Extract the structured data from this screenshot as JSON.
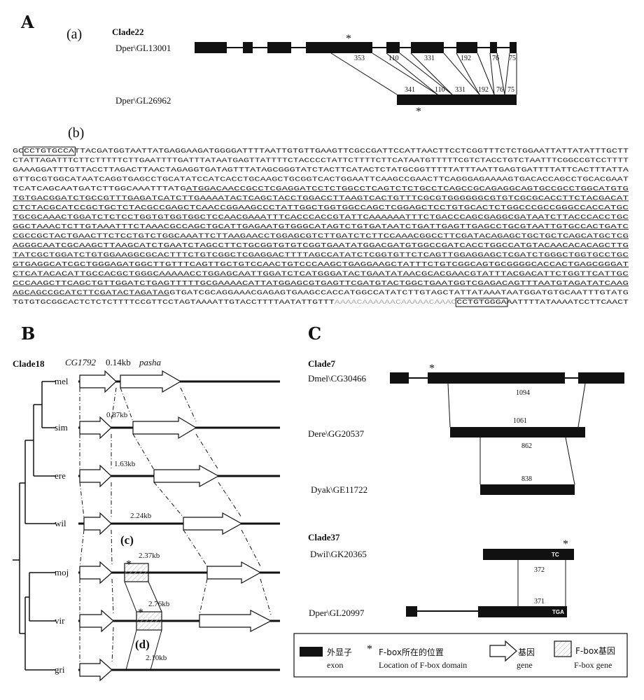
{
  "panels": {
    "A": "A",
    "B": "B",
    "C": "C",
    "a": "(a)",
    "b": "(b)",
    "c": "(c)",
    "d": "(d)"
  },
  "clade22": {
    "title": "Clade22",
    "gene1": "Dper\\GL13001",
    "gene2": "Dper\\GL26962",
    "top_nums": [
      "353",
      "110",
      "331",
      "192",
      "76",
      "75"
    ],
    "bottom_nums": [
      "341",
      "110",
      "331",
      "192",
      "76",
      "75"
    ],
    "star": "*"
  },
  "sequence": {
    "lines": [
      [
        {
          "t": "GC"
        },
        {
          "t": "CCTGTGCCA",
          "box": true
        },
        {
          "t": "TTACGATGGTAATTATGAGGAAGATGGGGATTTTAATTGTGTTGAAGTTCGCCGATTCCATTAACTTCCTCGGTTTCTCTGGAATTATTATATTTGCTT"
        }
      ],
      [
        {
          "t": "CTATTAGATTTCTTCTTTTTCTTGAATTTTGATTTATAATGAGTTATTTTCTACCCCTATTCTTTTCTTCATAATGTTTTTCGTCTACCTGTCTAATTTCGGCCGTCCTTTT"
        }
      ],
      [
        {
          "t": "GAAAGGATTTGTTACCTTAGACTTAACTAGAGGTGATAGTTTATAGCGGGTATCTACTTCATACTCTATGCGGTTTTTATTTAATTGAGTGATTTTATTCACTTTATTA"
        }
      ],
      [
        {
          "t": "GTTGCGTGGCATAATCAGGTGAGCCTGCATATCCATCACCTGCAAGCTGCGGTCACTGGAATTCAAGCCGAACTTCAGGGAGAAAAGTGACACCAGCCTGCACGAAT"
        }
      ],
      [
        {
          "t": "TCATCAGCAATGATCTTGGCAAATTTATG"
        },
        {
          "t": "ATGGACAACCGCCTCGAGGATCCTCTGGCCTCAGTCTCTGCCTCAGCCGCAGAGGCAGTGCCGCCTGGCATGTG",
          "u": true
        }
      ],
      [
        {
          "t": "TGTGACGGATCTGCCGTTTGAGATCATCTTGAAAATACTCAGCTACCTGGACCTTAAGTCACTGTTTCGCGTGGGGGGCGTGTCGCGCACCTTCTACGACAT",
          "u": true
        }
      ],
      [
        {
          "t": "CTCTACGCATCCGCTGCTCTACGCCGAGCTCAACCGGAAGCCCTATTGGCTGGTGGCCAGCTCGGAGCTCCTGTGCACTCTGGCCCGCCGGGCCACCATGC",
          "u": true
        }
      ],
      [
        {
          "t": "TGCGCAAACTGGATCTCTCCTGGTGTGGTGGCTCCAACGAAATTTCACCCACCGTATTCAAAAAATTTCTGACCCAGCGAGGCGATAATCTTACCCACCTGC",
          "u": true
        }
      ],
      [
        {
          "t": "GGCTAAACTCTTGTAAATTTCTAAACGCCAGCTGCATTGAGAATGTGGGCATAGTCTGTGATAATCTGATTGAGTTGAGCCTGCGTAATTGTGCCACTGATC",
          "u": true
        }
      ],
      [
        {
          "t": "CGCCGCTACTGAACTTCTCCTGTCTGGCAAATTCTTAAGAACCTGGAGCGTCTTGATCTCTTCCAAACGGCCTTCGATACAGAGCTGCTGCTCAGCATGCTCG",
          "u": true
        }
      ],
      [
        {
          "t": "AGGGCAATCGCAAGCTTAAGCATCTGAATCTAGCCTTCTGCGGTGTGTCGGTGAATATGGACGATGTGGCCGATCACCTGGCCATGTACAACACACAGCTTG",
          "u": true
        }
      ],
      [
        {
          "t": "TATCGCTGGATCTGTGGAAGGCGCACTTTCTGTCGGCTCGAGGACTTTTAGCCATATCTCGGTGTTCTCAGTTGGAGGAGCTCGATCTGGGCTGGTGCCTGC",
          "u": true
        }
      ],
      [
        {
          "t": "GTGAGGCATCGCTGGGAGATGGCTTGTTTCAGTTGCTGTCCAACTGTCCCAAGCTGAGGAAGCTATTTCTGTCGGCAGTGCGGGGCACCACTGAGCGGGAT",
          "u": true
        }
      ],
      [
        {
          "t": "CTCATACACATTGCCACGCTGGGCAAAAACCTGGAGCAATTGGATCTCATGGGATACTGAATATAACGCACGAACGTATTTACGACATTCTGGTTCATTGC",
          "u": true
        }
      ],
      [
        {
          "t": "CCCAAGCTTCAGCTGTTGGATCTGAGTTTTTGCGAAAACATTATGGAGCGTGAGTTCGATGTACTGGCTGAATGGTCGAGACAGTTTAATGTAGATATCAAG",
          "u": true
        }
      ],
      [
        {
          "t": "AGCAGCCGCATCTTCGATACTAGATAG",
          "u": true
        },
        {
          "t": "GTGATCGCAGGAAACGAGAGTGAAGCCACCATGGCCATATCTTGTAGCTATTATAAATAATGGATGTGCAATTTGTATG"
        }
      ],
      [
        {
          "t": "TGTGTGCGGCACTCTCTCTTTTCCGTTCCTAGTAAAATTGTACCTTTTAATATTGTTT"
        },
        {
          "t": "AAAACAAAAAACAAAAACAAAC",
          "g": true
        },
        {
          "t": "CCTGTGGGA",
          "box": true
        },
        {
          "t": "AATTTTATAAAATCCTTCAACT"
        }
      ]
    ]
  },
  "clade18": {
    "title": "Clade18",
    "gene_cg": "CG1792",
    "dist_top": "0.14kb",
    "gene_pasha": "pasha",
    "species": [
      "mel",
      "sim",
      "ere",
      "wil",
      "moj",
      "vir",
      "gri"
    ],
    "distances": [
      "0.87kb",
      "1.63kb",
      "2.24kb",
      "2.37kb",
      "2.76kb",
      "2.10kb"
    ],
    "star": "*"
  },
  "clade7": {
    "title": "Clade7",
    "gene1": "Dmel\\CG30466",
    "gene2": "Dere\\GG20537",
    "gene3": "Dyak\\GE11722",
    "nums": [
      "1094",
      "1061",
      "862",
      "838"
    ],
    "star": "*"
  },
  "clade37": {
    "title": "Clade37",
    "gene1": "Dwil\\GK20365",
    "gene2": "Dper\\GL20997",
    "nums": [
      "372",
      "371"
    ],
    "codon1": "TC",
    "codon2": "TGA",
    "star": "*"
  },
  "legend": {
    "exon_cn": "外显子",
    "exon_en": "exon",
    "fbox_pos_cn": "F-box所在的位置",
    "fbox_pos_en": "Location of F-box domain",
    "gene_cn": "基因",
    "gene_en": "gene",
    "fbox_gene_cn": "F-box基因",
    "fbox_gene_en": "F-box gene",
    "star": "*"
  }
}
